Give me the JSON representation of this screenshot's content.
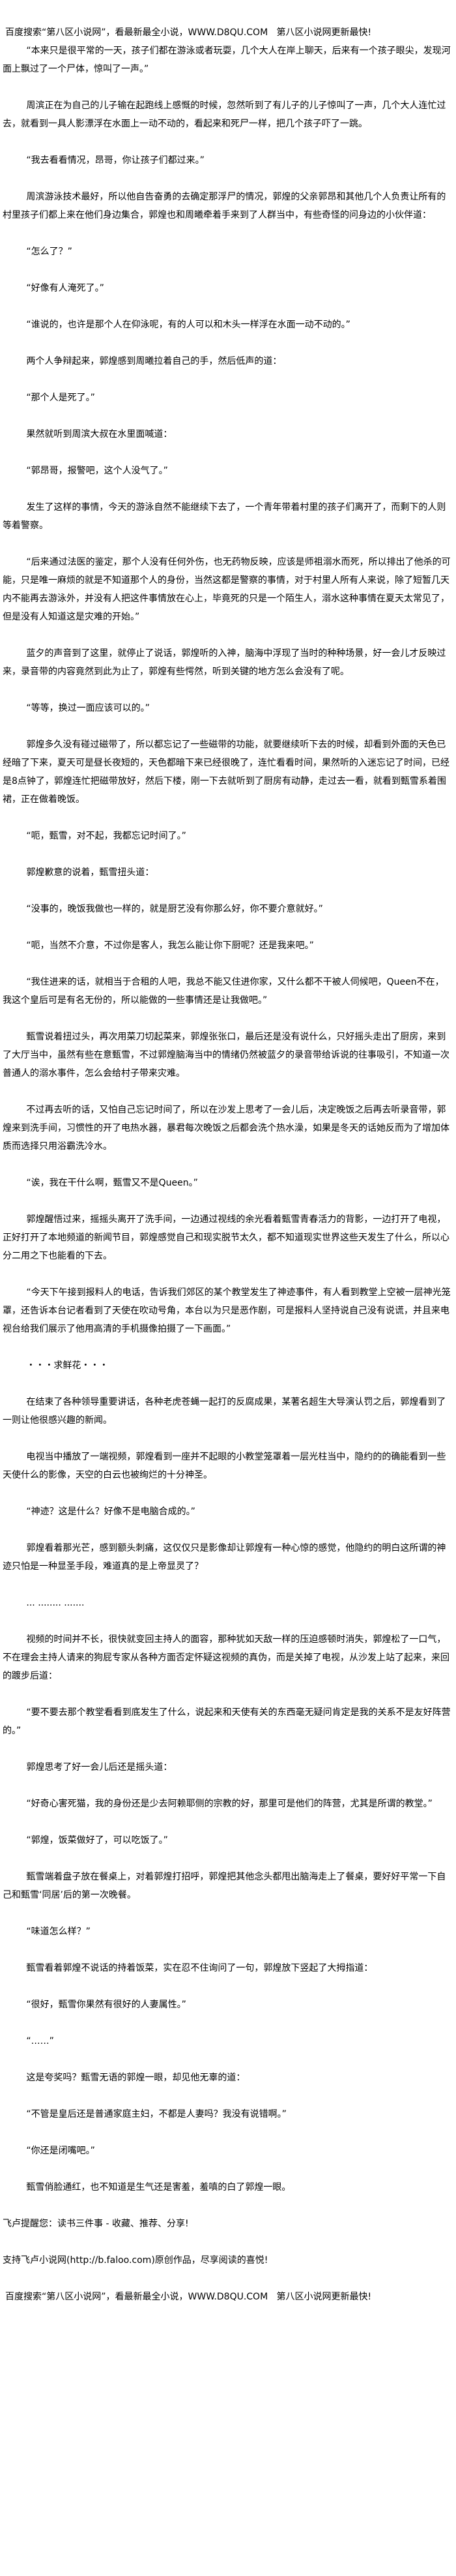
{
  "header_ad": "百度搜索“第八区小说网”，看最新最全小说，WWW.D8QU.COM   第八区小说网更新最快!",
  "paragraphs": [
    "“本来只是很平常的一天，孩子们都在游泳或者玩耍，几个大人在岸上聊天，后来有一个孩子眼尖，发现河面上飘过了一个尸体，惊叫了一声。”",
    "周滨正在为自己的儿子输在起跑线上感慨的时候，忽然听到了有儿子的儿子惊叫了一声，几个大人连忙过去，就看到一具人影漂浮在水面上一动不动的，看起来和死尸一样，把几个孩子吓了一跳。",
    "“我去看看情况，昂哥，你让孩子们都过来。”",
    "周滨游泳技术最好，所以他自告奋勇的去确定那浮尸的情况，郭煌的父亲郭昂和其他几个人负责让所有的村里孩子们都上来在他们身边集合，郭煌也和周曦牵着手来到了人群当中，有些奇怪的问身边的小伙伴道：",
    "“怎么了？”",
    "“好像有人淹死了。”",
    "“谁说的，也许是那个人在仰泳呢，有的人可以和木头一样浮在水面一动不动的。”",
    "两个人争辩起来，郭煌感到周曦拉着自己的手，然后低声的道：",
    "“那个人是死了。”",
    "果然就听到周滨大叔在水里面喊道：",
    "“郭昂哥，报警吧，这个人没气了。”",
    "发生了这样的事情，今天的游泳自然不能继续下去了，一个青年带着村里的孩子们离开了，而剩下的人则等着警察。",
    "“后来通过法医的鉴定，那个人没有任何外伤，也无药物反映，应该是师祖溺水而死，所以排出了他杀的可能，只是唯一麻烦的就是不知道那个人的身份，当然这都是警察的事情，对于村里人所有人来说，除了短暂几天内不能再去游泳外，并没有人把这件事情放在心上，毕竟死的只是一个陌生人，溺水这种事情在夏天太常见了，但是没有人知道这是灾难的开始。”",
    "蓝夕的声音到了这里，就停止了说话，郭煌听的入神，脑海中浮现了当时的种种场景，好一会儿才反映过来，录音带的内容竟然到此为止了，郭煌有些愕然，听到关键的地方怎么会没有了呢。",
    "“等等，换过一面应该可以的。”",
    "郭煌多久没有碰过磁带了，所以都忘记了一些磁带的功能，就要继续听下去的时候，却看到外面的天色已经暗了下来，夏天可是昼长夜短的，天色都暗下来已经很晚了，连忙看看时间，果然听的入迷忘记了时间，已经是8点钟了，郭煌连忙把磁带放好，然后下楼，刚一下去就听到了厨房有动静，走过去一看，就看到甄雪系着围裙，正在做着晚饭。",
    "“呃，甄雪，对不起，我都忘记时间了。”",
    "郭煌歉意的说着，甄雪扭头道：",
    "“没事的，晚饭我做也一样的，就是厨艺没有你那么好，你不要介意就好。”",
    "“呃，当然不介意，不过你是客人，我怎么能让你下厨呢？还是我来吧。”",
    "“我住进来的话，就相当于合租的人吧，我总不能又住进你家，又什么都不干被人伺候吧，Queen不在，我这个皇后可是有名无份的，所以能做的一些事情还是让我做吧。”",
    "甄雪说着扭过头，再次用菜刀切起菜来，郭煌张张口，最后还是没有说什么，只好摇头走出了厨房，来到了大厅当中，虽然有些在意甄雪，不过郭煌脑海当中的情绪仍然被蓝夕的录音带给诉说的往事吸引，不知道一次普通人的溺水事件，怎么会给村子带来灾难。",
    "不过再去听的话，又怕自己忘记时间了，所以在沙发上思考了一会儿后，决定晚饭之后再去听录音带，郭煌来到洗手间，习惯性的开了电热水器，暴君每次晚饭之后都会洗个热水澡，如果是冬天的话她反而为了增加体质而选择只用浴霸洗冷水。",
    "“诶，我在干什么啊，甄雪又不是Queen。”",
    "郭煌醒悟过来，摇摇头离开了洗手间，一边通过视线的余光看着甄雪青春活力的背影，一边打开了电视，正好打开了本地频道的新闻节目，郭煌感觉自己和现实脱节太久，都不知道现实世界这些天发生了什么，所以心分二用之下也能看的下去。",
    "“今天下午接到报料人的电话，告诉我们郊区的某个教堂发生了神迹事件，有人看到教堂上空被一层神光笼罩，还告诉本台记者看到了天使在吹动号角，本台以为只是恶作剧，可是报料人坚持说自己没有说谎，并且来电视台给我们展示了他用高清的手机摄像拍摄了一下画面。”",
    "・・・求鲜花・・・",
    "在结束了各种领导重要讲话，各种老虎苍蝇一起打的反腐成果，某著名超生大导演认罚之后，郭煌看到了一则让他很感兴趣的新闻。",
    "电视当中播放了一端视频，郭煌看到一座并不起眼的小教堂笼罩着一层光柱当中，隐约的的确能看到一些天使什么的影像，天空的白云也被绚烂的十分神圣。",
    "“神迹？这是什么？好像不是电脑合成的。”",
    "郭煌看着那光芒，感到额头刺痛，这仅仅只是影像却让郭煌有一种心惊的感觉，他隐约的明白这所谓的神迹只怕是一种显圣手段，难道真的是上帝显灵了？",
    "... ........ .......",
    "视频的时间并不长，很快就变回主持人的面容，那种犹如天敌一样的压迫感顿时消失，郭煌松了一口气，不在理会主持人请来的狗屁专家从各种方面否定怀疑这视频的真伪，而是关掉了电视，从沙发上站了起来，来回的踱步后道：",
    "“要不要去那个教堂看看到底发生了什么，说起来和天使有关的东西毫无疑问肯定是我的关系不是友好阵营的。”",
    "郭煌思考了好一会儿后还是摇头道：",
    "“好奇心害死猫，我的身份还是少去阿赖耶侧的宗教的好，那里可是他们的阵营，尤其是所谓的教堂。”",
    "“郭煌，饭菜做好了，可以吃饭了。”",
    "甄雪端着盘子放在餐桌上，对着郭煌打招呼，郭煌把其他念头都甩出脑海走上了餐桌，要好好平常一下自己和甄雪‘同居’后的第一次晚餐。",
    "“味道怎么样？”",
    "甄雪看着郭煌不说话的持着饭菜，实在忍不住询问了一句，郭煌放下竖起了大拇指道：",
    "“很好，甄雪你果然有很好的人妻属性。”",
    "“……”",
    "这是夸奖吗？甄雪无语的郭煌一眼，却见他无辜的道：",
    "“不管是皇后还是普通家庭主妇，不都是人妻吗？我没有说错啊。”",
    "“你还是闭嘴吧。”",
    "甄雪俏脸通红，也不知道是生气还是害羞，羞嗔的白了郭煌一眼。"
  ],
  "footer": {
    "reminder": "飞卢提醒您：读书三件事 - 收藏、推荐、分享!",
    "support": "支持飞卢小说网(http://b.faloo.com)原创作品，尽享阅读的喜悦!",
    "ad": "百度搜索“第八区小说网”，看最新最全小说，WWW.D8QU.COM   第八区小说网更新最快!"
  }
}
